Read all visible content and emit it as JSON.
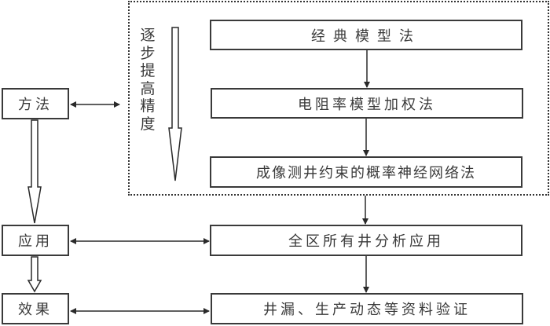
{
  "left_column": {
    "method": "方法",
    "application": "应用",
    "effect": "效果"
  },
  "method_group": {
    "side_label": "逐步提高精度",
    "steps": [
      "经典模型法",
      "电阻率模型加权法",
      "成像测井约束的概率神经网络法"
    ]
  },
  "application_box": "全区所有井分析应用",
  "verification_box": "井漏、生产动态等资料验证",
  "colors": {
    "stroke": "#3a3a3a",
    "background": "#ffffff"
  }
}
